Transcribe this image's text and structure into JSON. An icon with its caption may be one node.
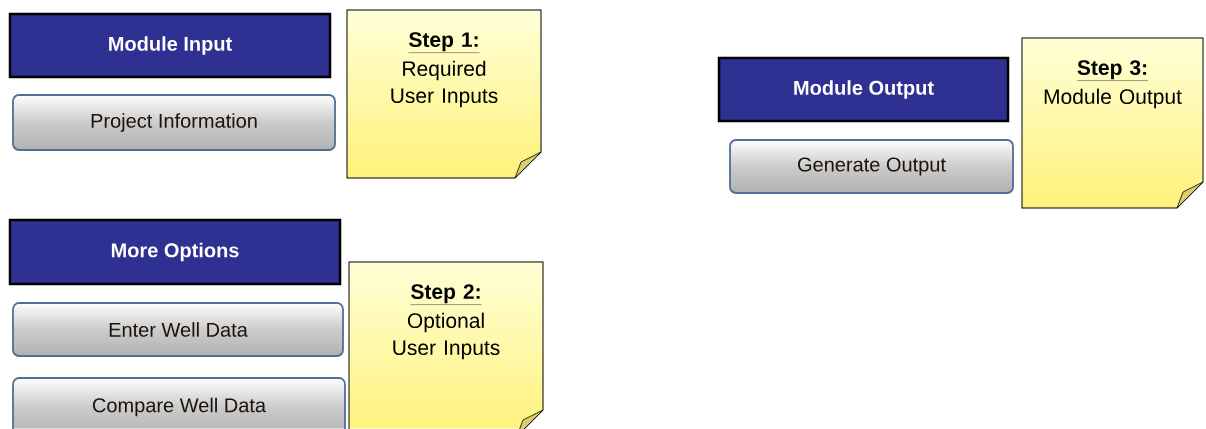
{
  "diagram": {
    "nodes": [
      {
        "text": [
          "Module Input"
        ]
      },
      {
        "text": [
          "Project Information"
        ]
      },
      {
        "text": [
          "Step 1:",
          "Required User Inputs"
        ]
      },
      {
        "text": [
          "More Options"
        ]
      },
      {
        "text": [
          "Enter Well Data"
        ]
      },
      {
        "text": [
          "Compare Well Data"
        ]
      },
      {
        "text": [
          "Step 2:",
          "Optional User Inputs"
        ]
      },
      {
        "text": [
          "Module Output"
        ]
      },
      {
        "text": [
          "Generate Output"
        ]
      },
      {
        "text": [
          "Step 3:",
          "Module Output"
        ]
      }
    ]
  }
}
